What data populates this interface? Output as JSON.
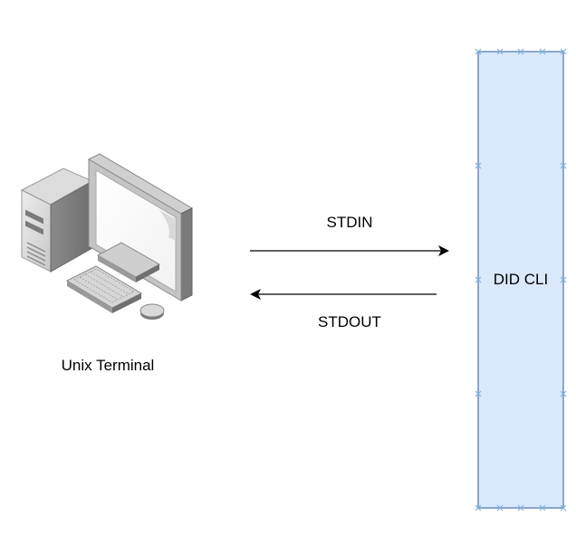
{
  "diagram": {
    "nodes": {
      "terminal": {
        "label": "Unix Terminal",
        "icon": "desktop-computer-icon"
      },
      "cli": {
        "label": "DID CLI"
      }
    },
    "edges": {
      "stdin": {
        "label": "STDIN",
        "from": "terminal",
        "to": "cli"
      },
      "stdout": {
        "label": "STDOUT",
        "from": "cli",
        "to": "terminal"
      }
    }
  },
  "colors": {
    "cli_fill": "#dae8fc",
    "cli_stroke": "#6c8ebf",
    "connection_point": "#7db2e0",
    "arrow": "#000000"
  }
}
